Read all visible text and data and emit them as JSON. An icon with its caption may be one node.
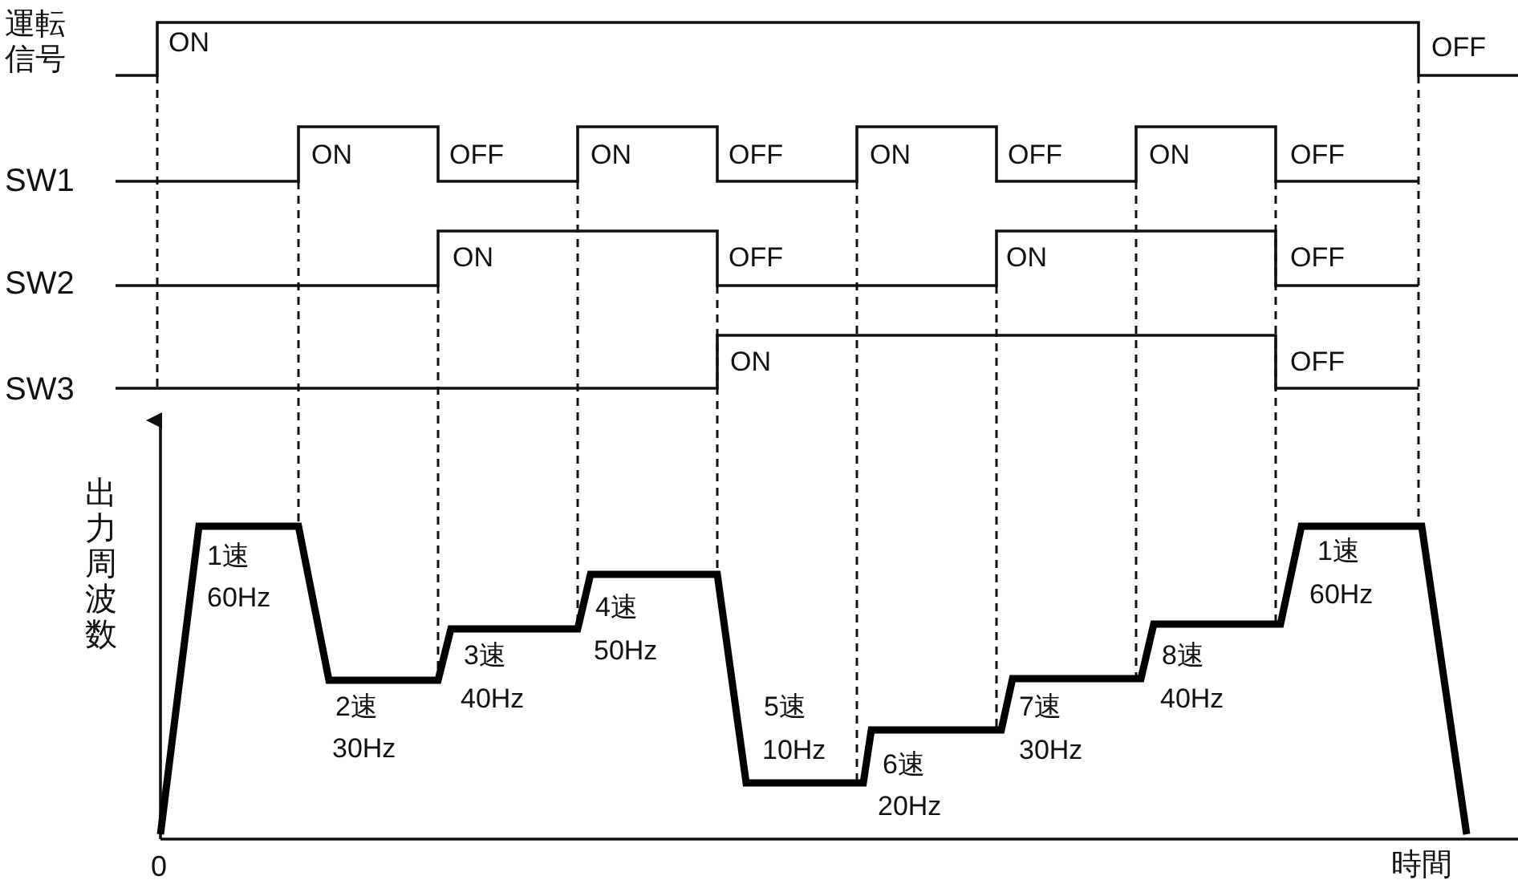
{
  "diagram": {
    "labels": [
      "運転信号",
      "ON",
      "OFF",
      "SW1",
      "ON",
      "OFF",
      "ON",
      "OFF",
      "ON",
      "OFF",
      "ON",
      "OFF",
      "SW2",
      "ON",
      "OFF",
      "ON",
      "OFF",
      "SW3",
      "ON",
      "OFF",
      "出力周波数",
      "1速",
      "60Hz",
      "2速",
      "30Hz",
      "3速",
      "40Hz",
      "4速",
      "50Hz",
      "5速",
      "10Hz",
      "6速",
      "20Hz",
      "7速",
      "30Hz",
      "8速",
      "40Hz",
      "1速",
      "60Hz",
      "0",
      "時間"
    ]
  }
}
